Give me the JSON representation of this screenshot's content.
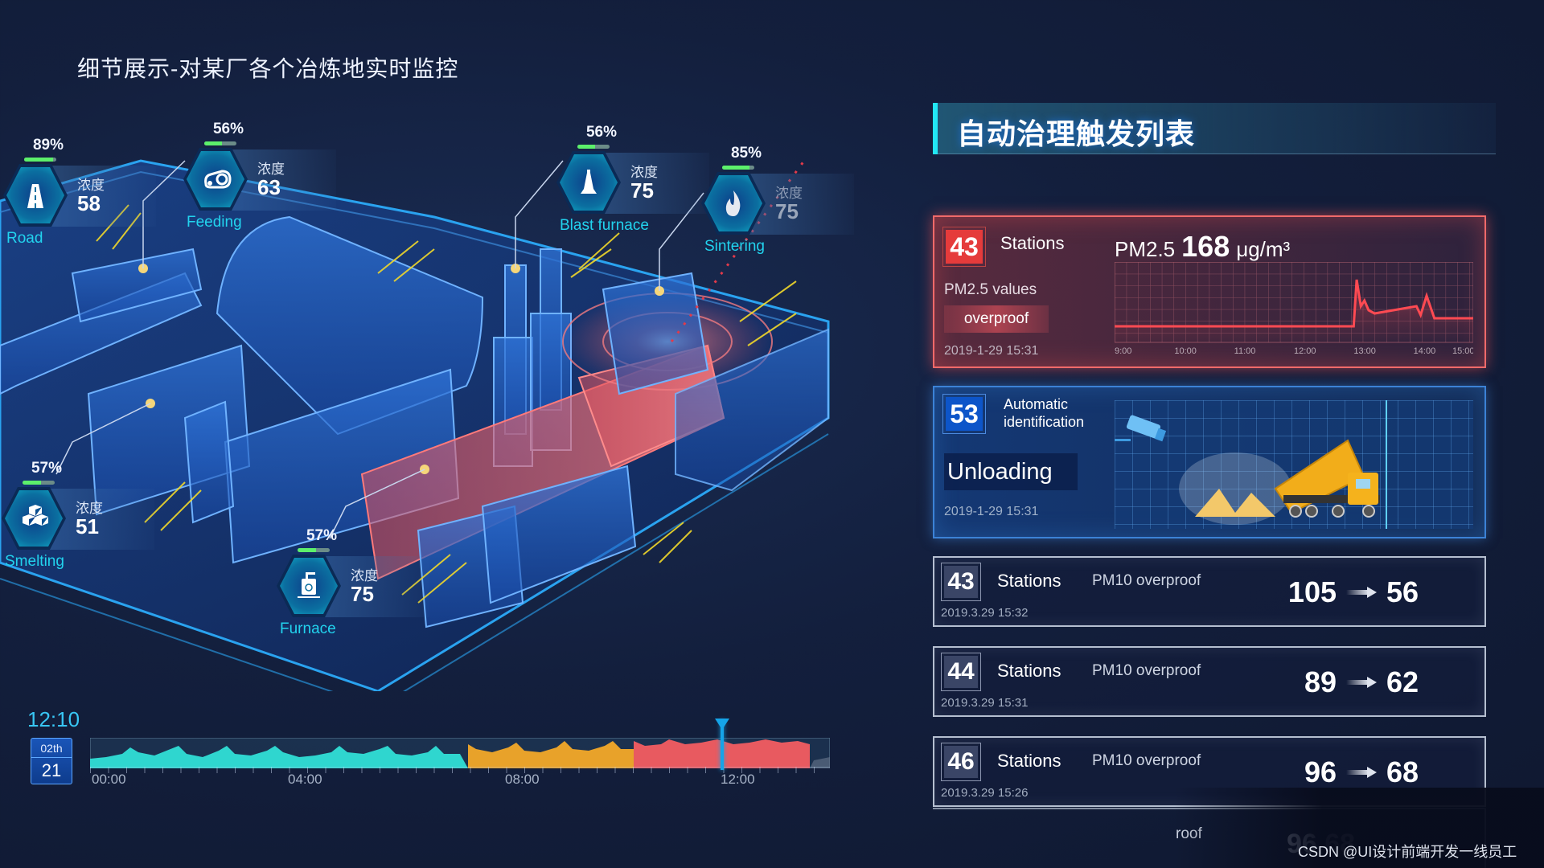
{
  "page": {
    "title": "细节展示-对某厂各个冶炼地实时监控"
  },
  "stations": [
    {
      "id": "road",
      "name": "Road",
      "percent": "89%",
      "percent_value": 89,
      "concentration_label": "浓度",
      "concentration": "58",
      "icon": "road-icon"
    },
    {
      "id": "feeding",
      "name": "Feeding",
      "percent": "56%",
      "percent_value": 56,
      "concentration_label": "浓度",
      "concentration": "63",
      "icon": "conveyor-belt-icon"
    },
    {
      "id": "blast-furnace",
      "name": "Blast furnace",
      "percent": "56%",
      "percent_value": 56,
      "concentration_label": "浓度",
      "concentration": "75",
      "icon": "blast-furnace-icon"
    },
    {
      "id": "sintering",
      "name": "Sintering",
      "percent": "85%",
      "percent_value": 85,
      "concentration_label": "浓度",
      "concentration": "75",
      "icon": "flame-icon"
    },
    {
      "id": "smelting",
      "name": "Smelting",
      "percent": "57%",
      "percent_value": 57,
      "concentration_label": "浓度",
      "concentration": "51",
      "icon": "cubes-icon"
    },
    {
      "id": "furnace",
      "name": "Furnace",
      "percent": "57%",
      "percent_value": 57,
      "concentration_label": "浓度",
      "concentration": "75",
      "icon": "furnace-icon"
    }
  ],
  "timeline": {
    "clock": "12:10",
    "date_month": "02th",
    "date_day": "21",
    "labels": [
      "00:00",
      "04:00",
      "08:00",
      "12:00"
    ],
    "segments": [
      {
        "color": "#2fd6cf",
        "from": "00:00",
        "to": "05:20"
      },
      {
        "color": "#e8a22a",
        "from": "05:20",
        "to": "08:30"
      },
      {
        "color": "#e85a60",
        "from": "08:30",
        "to": "12:10"
      },
      {
        "color": "#6b7890",
        "from": "12:10",
        "to": "14:00"
      }
    ],
    "marker_time": "12:10"
  },
  "right_panel": {
    "title": "自动治理触发列表",
    "alert_card": {
      "count": "43",
      "stations_label": "Stations",
      "metric_label": "PM2.5 values",
      "status": "overproof",
      "timestamp": "2019-1-29 15:31",
      "pm_prefix": "PM2.5",
      "pm_value": "168",
      "pm_unit": "μg/m³",
      "color": "#e53b3b"
    },
    "identification_card": {
      "count": "53",
      "line1": "Automatic",
      "line2": "identification",
      "event": "Unloading",
      "timestamp": "2019-1-29 15:31",
      "color": "#0d55c9"
    },
    "rows": [
      {
        "count": "43",
        "stations_label": "Stations",
        "desc": "PM10 overproof",
        "timestamp": "2019.3.29  15:32",
        "from": "105",
        "to": "56"
      },
      {
        "count": "44",
        "stations_label": "Stations",
        "desc": "PM10 overproof",
        "timestamp": "2019.3.29  15:31",
        "from": "89",
        "to": "62"
      },
      {
        "count": "46",
        "stations_label": "Stations",
        "desc": "PM10 overproof",
        "timestamp": "2019.3.29  15:26",
        "from": "96",
        "to": "68"
      }
    ],
    "partial_row": {
      "desc_fragment": "roof",
      "values_fragment": "96   68"
    }
  },
  "chart_data": {
    "type": "line",
    "title": "PM2.5 168 μg/m³",
    "x": [
      "9:00",
      "10:00",
      "11:00",
      "12:00",
      "13:00",
      "14:00",
      "15:00"
    ],
    "series": [
      {
        "name": "PM2.5",
        "points": [
          [
            0.0,
            20
          ],
          [
            4.0,
            20
          ],
          [
            4.05,
            78
          ],
          [
            4.12,
            45
          ],
          [
            4.18,
            52
          ],
          [
            4.25,
            40
          ],
          [
            4.35,
            36
          ],
          [
            5.05,
            45
          ],
          [
            5.12,
            34
          ],
          [
            5.22,
            58
          ],
          [
            5.35,
            30
          ],
          [
            6.0,
            30
          ]
        ]
      }
    ],
    "xlabel": "",
    "ylabel": "",
    "ylim": [
      0,
      100
    ],
    "grid": true
  },
  "watermark": "CSDN @UI设计前端开发一线员工"
}
